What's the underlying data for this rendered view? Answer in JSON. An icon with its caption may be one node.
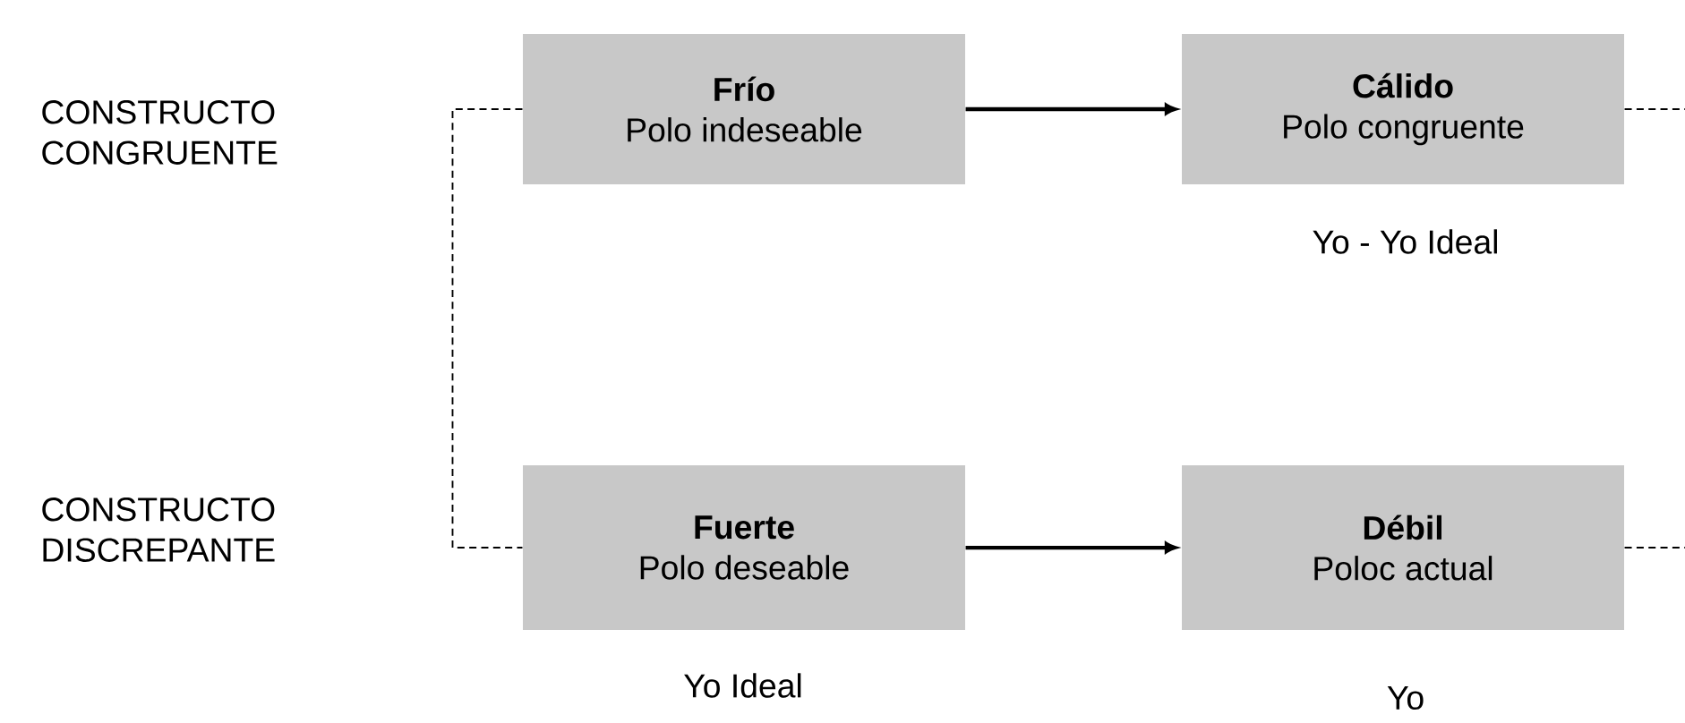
{
  "diagram": {
    "nodes": [
      {
        "text": [
          "Frío",
          "Polo indeseable"
        ]
      },
      {
        "text": [
          "Cálido",
          "Polo congruente"
        ],
        "beside": [
          "Yo - Yo Ideal"
        ]
      },
      {
        "text": [
          "Fuerte",
          "Polo deseable"
        ],
        "beside": [
          "Yo Ideal"
        ]
      },
      {
        "text": [
          "Débil",
          "Poloc actual"
        ],
        "beside": [
          "Yo"
        ]
      }
    ],
    "edges": [
      {
        "from": 0,
        "to": 1,
        "arrow": "to"
      },
      {
        "from": 2,
        "to": 3,
        "arrow": "to"
      },
      {
        "from": 0,
        "to": 2,
        "arrow": "none",
        "style": "dashed"
      },
      {
        "from": 1,
        "to": null,
        "arrow": "none",
        "style": "dashed"
      },
      {
        "from": 3,
        "to": null,
        "arrow": "none",
        "style": "dashed"
      }
    ],
    "labels": [
      "CONSTRUCTO CONGRUENTE",
      "CONSTRUCTO DISCREPANTE"
    ]
  }
}
